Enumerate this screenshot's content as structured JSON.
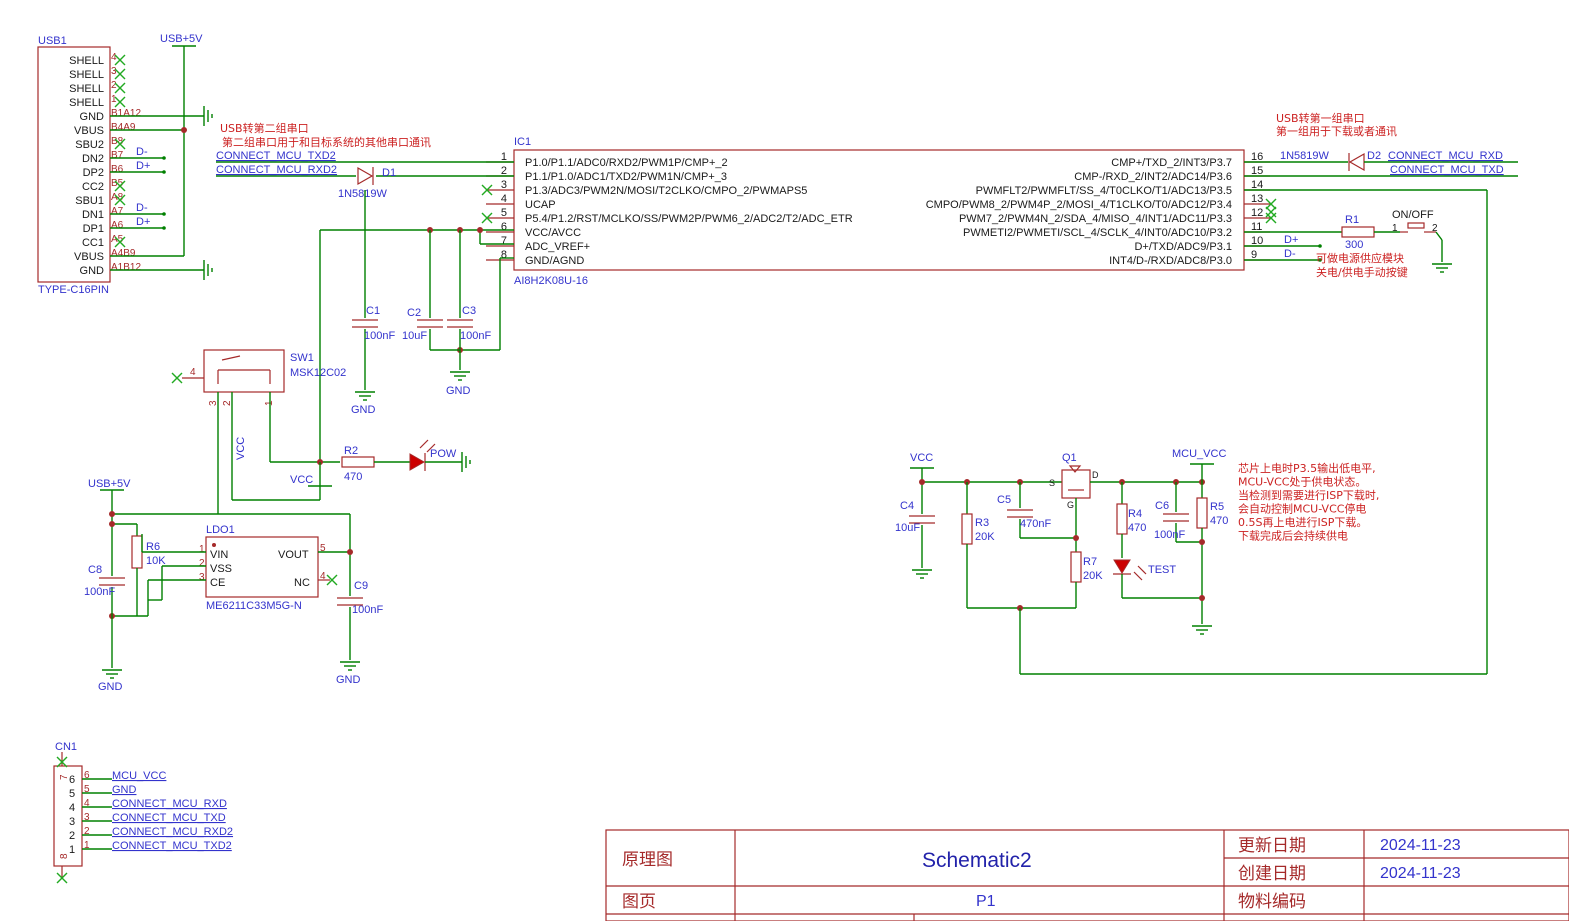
{
  "usb": {
    "ref": "USB1",
    "value": "TYPE-C16PIN",
    "pins": [
      "SHELL",
      "SHELL",
      "SHELL",
      "SHELL",
      "GND",
      "VBUS",
      "SBU2",
      "DN2",
      "DP2",
      "CC2",
      "SBU1",
      "DN1",
      "DP1",
      "CC1",
      "VBUS",
      "GND"
    ],
    "pin_nums": [
      "4",
      "3",
      "2",
      "1",
      "B1A12",
      "B4A9",
      "B8",
      "B7",
      "B6",
      "B5",
      "A8",
      "A7",
      "A6",
      "A5",
      "A4B9",
      "A1B12"
    ]
  },
  "nets": {
    "usb5v": "USB+5V",
    "gnd": "GND",
    "vcc": "VCC",
    "mcu_vcc": "MCU_VCC",
    "dm": "D-",
    "dp": "D+",
    "tx2": "CONNECT_MCU_TXD2",
    "rx2": "CONNECT_MCU_RXD2",
    "rxd": "CONNECT_MCU_RXD",
    "txd": "CONNECT_MCU_TXD"
  },
  "ic": {
    "ref": "IC1",
    "value": "AI8H2K08U-16",
    "left": [
      {
        "num": "1",
        "name": "P1.0/P1.1/ADC0/RXD2/PWM1P/CMP+_2"
      },
      {
        "num": "2",
        "name": "P1.1/P1.0/ADC1/TXD2/PWM1N/CMP+_3"
      },
      {
        "num": "3",
        "name": "P1.3/ADC3/PWM2N/MOSI/T2CLKO/CMPO_2/PWMAPS5"
      },
      {
        "num": "4",
        "name": "UCAP"
      },
      {
        "num": "5",
        "name": "P5.4/P1.2/RST/MCLKO/SS/PWM2P/PWM6_2/ADC2/T2/ADC_ETR"
      },
      {
        "num": "6",
        "name": "VCC/AVCC"
      },
      {
        "num": "7",
        "name": "ADC_VREF+"
      },
      {
        "num": "8",
        "name": "GND/AGND"
      }
    ],
    "right": [
      {
        "num": "16",
        "name": "CMP+/TXD_2/INT3/P3.7"
      },
      {
        "num": "15",
        "name": "CMP-/RXD_2/INT2/ADC14/P3.6"
      },
      {
        "num": "14",
        "name": "PWMFLT2/PWMFLT/SS_4/T0CLKO/T1/ADC13/P3.5"
      },
      {
        "num": "13",
        "name": "CMPO/PWM8_2/PWM4P_2/MOSI_4/T1CLKO/T0/ADC12/P3.4"
      },
      {
        "num": "12",
        "name": "PWM7_2/PWM4N_2/SDA_4/MISO_4/INT1/ADC11/P3.3"
      },
      {
        "num": "11",
        "name": "PWMETI2/PWMETI/SCL_4/SCLK_4/INT0/ADC10/P3.2"
      },
      {
        "num": "10",
        "name": "D+/TXD/ADC9/P3.1"
      },
      {
        "num": "9",
        "name": "INT4/D-/RXD/ADC8/P3.0"
      }
    ]
  },
  "notes": {
    "usb2_1": "USB转第二组串口",
    "usb2_2": "第二组串口用于和目标系统的其他串口通讯",
    "usb1_1": "USB转第一组串口",
    "usb1_2": "第一组用于下载或者通讯",
    "pw_1": "可做电源供应模块",
    "pw_2": "关电/供电手动按键",
    "isp": [
      "芯片上电时P3.5输出低电平,",
      "MCU-VCC处于供电状态。",
      "当检测到需要进行ISP下载时,",
      "会自动控制MCU-VCC停电",
      "0.5S再上电进行ISP下载。",
      "下载完成后会持续供电"
    ]
  },
  "parts": {
    "d1": {
      "ref": "D1",
      "value": "1N5819W"
    },
    "d2": {
      "ref": "D2",
      "value": "1N5819W"
    },
    "c1": {
      "ref": "C1",
      "value": "100nF"
    },
    "c2": {
      "ref": "C2",
      "value": "10uF"
    },
    "c3": {
      "ref": "C3",
      "value": "100nF"
    },
    "c4": {
      "ref": "C4",
      "value": "10uF"
    },
    "c5": {
      "ref": "C5",
      "value": "470nF"
    },
    "c6": {
      "ref": "C6",
      "value": "100nF"
    },
    "c8": {
      "ref": "C8",
      "value": "100nF"
    },
    "c9": {
      "ref": "C9",
      "value": "100nF"
    },
    "r1": {
      "ref": "R1",
      "value": "300"
    },
    "r2": {
      "ref": "R2",
      "value": "470"
    },
    "r3": {
      "ref": "R3",
      "value": "20K"
    },
    "r4": {
      "ref": "R4",
      "value": "470"
    },
    "r5": {
      "ref": "R5",
      "value": "470"
    },
    "r6": {
      "ref": "R6",
      "value": "10K"
    },
    "r7": {
      "ref": "R7",
      "value": "20K"
    },
    "sw1": {
      "ref": "SW1",
      "value": "MSK12C02"
    },
    "sw_onoff": "ON/OFF",
    "led_pow": "POW",
    "led_test": "TEST",
    "q1": {
      "ref": "Q1",
      "g": "G",
      "s": "S",
      "d": "D"
    },
    "ldo": {
      "ref": "LDO1",
      "value": "ME6211C33M5G-N",
      "vin": "VIN",
      "vss": "VSS",
      "ce": "CE",
      "vout": "VOUT",
      "nc": "NC"
    },
    "cn1": {
      "ref": "CN1"
    }
  },
  "cn1_pins": [
    {
      "num": "6",
      "net": "MCU_VCC"
    },
    {
      "num": "5",
      "net": "GND"
    },
    {
      "num": "4",
      "net": "CONNECT_MCU_RXD"
    },
    {
      "num": "3",
      "net": "CONNECT_MCU_TXD"
    },
    {
      "num": "2",
      "net": "CONNECT_MCU_RXD2"
    },
    {
      "num": "1",
      "net": "CONNECT_MCU_TXD2"
    }
  ],
  "title_block": {
    "label_schematic": "原理图",
    "name": "Schematic2",
    "label_updated": "更新日期",
    "updated": "2024-11-23",
    "label_created": "创建日期",
    "created": "2024-11-23",
    "label_page": "图页",
    "page": "P1",
    "label_material": "物料编码"
  }
}
